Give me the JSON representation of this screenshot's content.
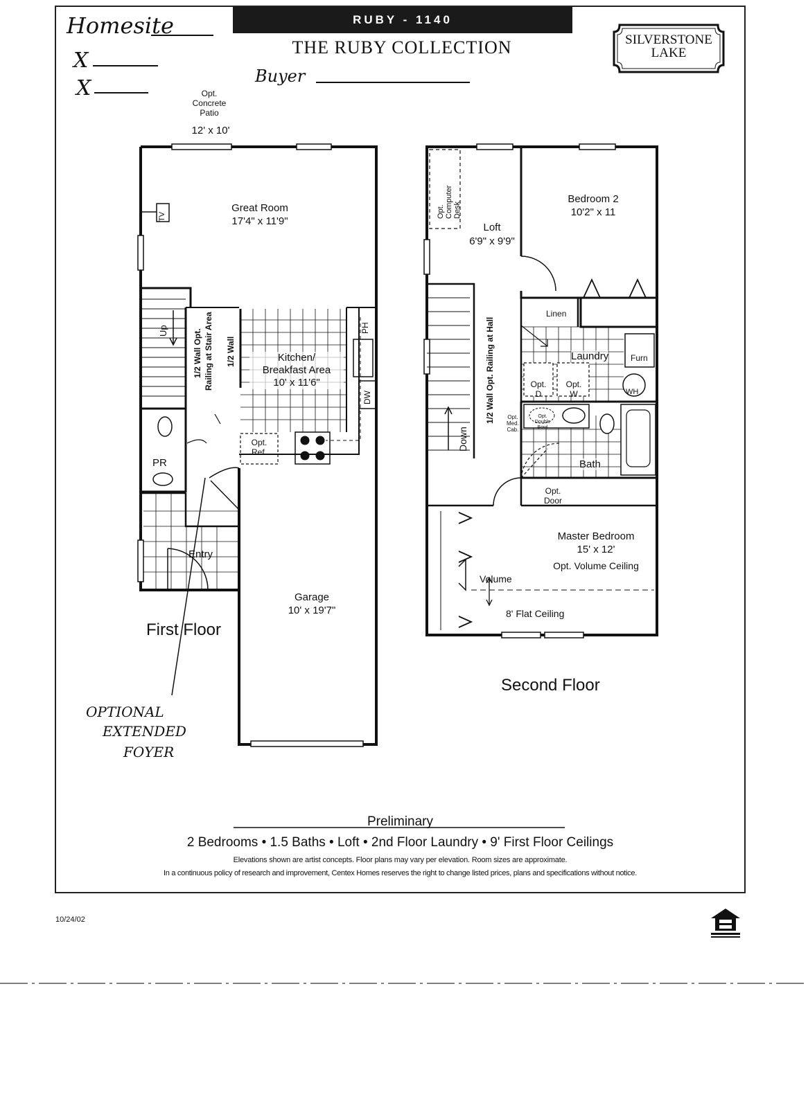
{
  "header": {
    "banner": "RUBY - 1140",
    "collection": "THE RUBY COLLECTION",
    "logo_line1": "SILVERSTONE",
    "logo_line2": "LAKE"
  },
  "handwriting": {
    "homesite": "Homesite",
    "x1": "X",
    "x2": "X",
    "buyer": "Buyer",
    "note_line1": "OPTIONAL",
    "note_line2": "EXTENDED",
    "note_line3": "FOYER"
  },
  "first_floor": {
    "title": "First Floor",
    "patio_l1": "Opt.",
    "patio_l2": "Concrete",
    "patio_l3": "Patio",
    "patio_size": "12' x 10'",
    "great_room": "Great Room",
    "great_room_size": "17'4\" x 11'9\"",
    "tv": "TV",
    "up": "Up",
    "half_wall_railing_l1": "1/2 Wall Opt.",
    "half_wall_railing_l2": "Railing at Stair Area",
    "half_wall": "1/2 Wall",
    "kitchen_l1": "Kitchen/",
    "kitchen_l2": "Breakfast Area",
    "kitchen_size": "10' x 11'6\"",
    "ph": "PH",
    "dw": "DW",
    "opt": "Opt.",
    "ref": "Ref.",
    "pr": "PR",
    "entry": "Entry",
    "garage": "Garage",
    "garage_size": "10' x 19'7\""
  },
  "second_floor": {
    "title": "Second Floor",
    "desk_l1": "Opt.",
    "desk_l2": "Computer",
    "desk_l3": "Desk",
    "loft": "Loft",
    "loft_size": "6'9\" x 9'9\"",
    "bedroom2": "Bedroom 2",
    "bedroom2_size": "10'2\" x 11",
    "linen": "Linen",
    "laundry": "Laundry",
    "furn": "Furn",
    "opt_d_l1": "Opt.",
    "opt_d_l2": "D",
    "opt_w_l1": "Opt.",
    "opt_w_l2": "W",
    "wh": "WH",
    "railing_hall": "1/2 Wall Opt. Railing at Hall",
    "down": "Down",
    "med_l1": "Opt.",
    "med_l2": "Med.",
    "med_l3": "Cab.",
    "bowl_l1": "Opt.",
    "bowl_l2": "Double",
    "bowl_l3": "Bowl",
    "bath": "Bath",
    "door_l1": "Opt.",
    "door_l2": "Door",
    "master": "Master Bedroom",
    "master_size": "15' x 12'",
    "master_ceiling": "Opt. Volume Ceiling",
    "volume": "Volume",
    "flat_ceiling": "8' Flat Ceiling"
  },
  "footer": {
    "preliminary": "Preliminary",
    "summary": "2 Bedrooms • 1.5 Baths • Loft • 2nd Floor Laundry • 9' First Floor Ceilings",
    "disclaimer1": "Elevations shown are artist concepts. Floor plans may vary per elevation. Room sizes are approximate.",
    "disclaimer2": "In a continuous policy of research and improvement, Centex Homes reserves the right to change listed prices, plans and specifications without notice.",
    "date": "10/24/02"
  }
}
